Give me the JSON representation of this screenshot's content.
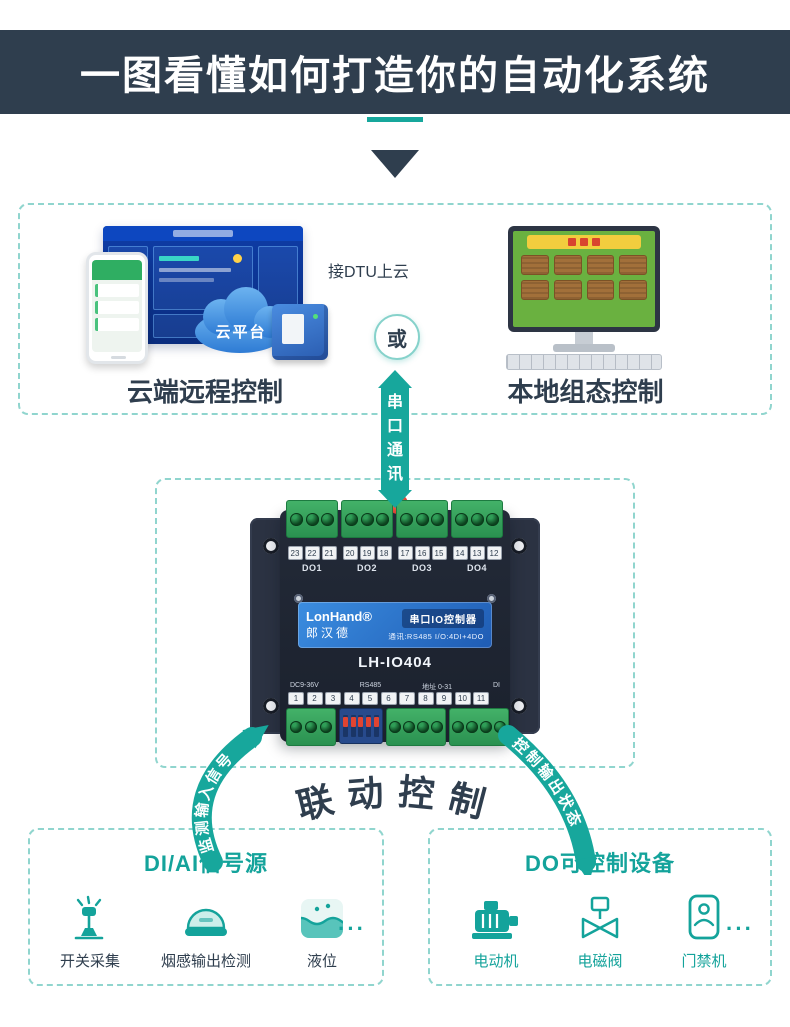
{
  "colors": {
    "accent_teal": "#17a79c",
    "navy": "#2f3e4e",
    "device_label_blue": "#2a6fd0",
    "terminal_green": "#33a058",
    "cloud_blue": "#3f8fe0",
    "dip_red": "#e04432"
  },
  "header": {
    "title": "一图看懂如何打造你的自动化系统"
  },
  "top_section": {
    "dtu_note": "接DTU上云",
    "cloud_label": "云平台",
    "or_label": "或",
    "left_caption": "云端远程控制",
    "right_caption": "本地组态控制"
  },
  "serial_link": {
    "label": "串口通讯",
    "chars": [
      "串",
      "口",
      "通",
      "讯"
    ]
  },
  "device": {
    "brand_en": "LonHand®",
    "brand_cn": "郎汉德",
    "product_name": "串口IO控制器",
    "spec_line": "通讯:RS485  I/O:4DI+4DO",
    "model": "LH-IO404",
    "do_labels": [
      "DO1",
      "DO2",
      "DO3",
      "DO4"
    ],
    "top_terminal_groups": [
      [
        "23",
        "22",
        "21"
      ],
      [
        "20",
        "19",
        "18"
      ],
      [
        "17",
        "16",
        "15"
      ],
      [
        "14",
        "13",
        "12"
      ]
    ],
    "bottom_labels": [
      "DC9-36V",
      "RS485",
      "地址 0-31",
      "DI"
    ],
    "bottom_terminal_numbers": [
      "1",
      "2",
      "3",
      "4",
      "5",
      "6",
      "7",
      "8",
      "9",
      "10",
      "11"
    ]
  },
  "linkage": {
    "left_arrow_label": "监测输入信号",
    "center_label": "联动控制",
    "right_arrow_label": "控制输出状态"
  },
  "di_section": {
    "title": "DI/AI信号源",
    "items": [
      {
        "label": "开关采集",
        "icon": "switch-collect-icon"
      },
      {
        "label": "烟感输出检测",
        "icon": "smoke-detector-icon"
      },
      {
        "label": "液位",
        "icon": "liquid-level-icon"
      }
    ],
    "more": "···"
  },
  "do_section": {
    "title": "DO可控制设备",
    "items": [
      {
        "label": "电动机",
        "icon": "motor-icon"
      },
      {
        "label": "电磁阀",
        "icon": "solenoid-valve-icon"
      },
      {
        "label": "门禁机",
        "icon": "access-control-icon"
      }
    ],
    "more": "···"
  }
}
